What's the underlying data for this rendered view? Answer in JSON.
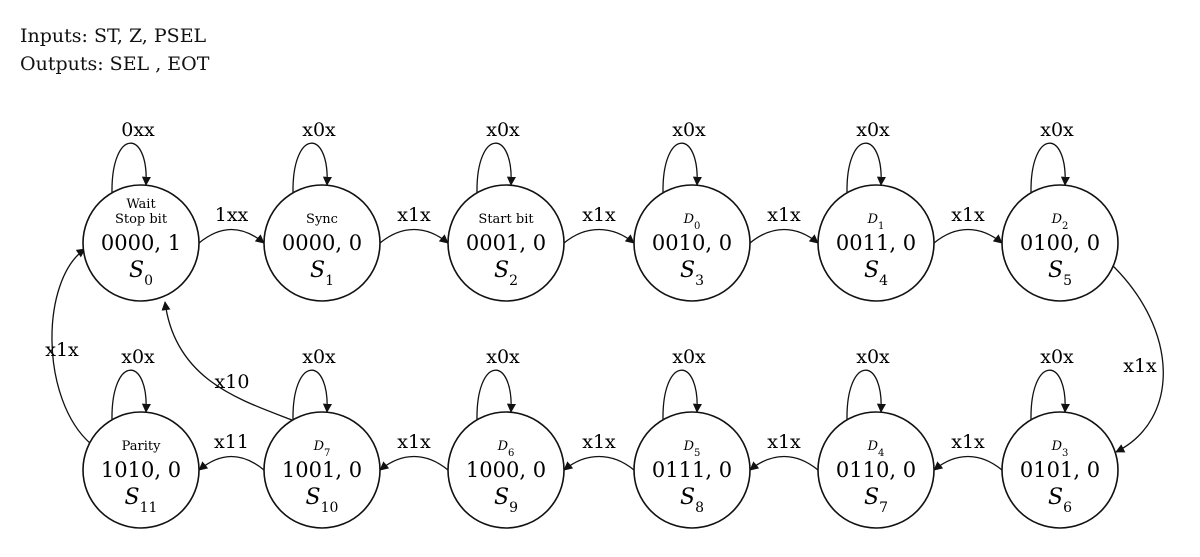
{
  "header": {
    "inputs": "Inputs: ST, Z, PSEL",
    "outputs": "Outputs: SEL , EOT"
  },
  "states": [
    {
      "id": "S0",
      "name_lines": [
        "Wait",
        "Stop bit"
      ],
      "code": "0000, 1",
      "sym": "S",
      "sub": "0"
    },
    {
      "id": "S1",
      "name_lines": [
        "Sync"
      ],
      "code": "0000, 0",
      "sym": "S",
      "sub": "1"
    },
    {
      "id": "S2",
      "name_lines": [
        "Start bit"
      ],
      "code": "0001, 0",
      "sym": "S",
      "sub": "2"
    },
    {
      "id": "S3",
      "name_lines": [
        "D0"
      ],
      "code": "0010, 0",
      "sym": "S",
      "sub": "3"
    },
    {
      "id": "S4",
      "name_lines": [
        "D1"
      ],
      "code": "0011, 0",
      "sym": "S",
      "sub": "4"
    },
    {
      "id": "S5",
      "name_lines": [
        "D2"
      ],
      "code": "0100, 0",
      "sym": "S",
      "sub": "5"
    },
    {
      "id": "S6",
      "name_lines": [
        "D3"
      ],
      "code": "0101, 0",
      "sym": "S",
      "sub": "6"
    },
    {
      "id": "S7",
      "name_lines": [
        "D4"
      ],
      "code": "0110, 0",
      "sym": "S",
      "sub": "7"
    },
    {
      "id": "S8",
      "name_lines": [
        "D5"
      ],
      "code": "0111, 0",
      "sym": "S",
      "sub": "8"
    },
    {
      "id": "S9",
      "name_lines": [
        "D6"
      ],
      "code": "1000, 0",
      "sym": "S",
      "sub": "9"
    },
    {
      "id": "S10",
      "name_lines": [
        "D7"
      ],
      "code": "1001, 0",
      "sym": "S",
      "sub": "10"
    },
    {
      "id": "S11",
      "name_lines": [
        "Parity"
      ],
      "code": "1010, 0",
      "sym": "S",
      "sub": "11"
    }
  ],
  "self_loops": [
    {
      "state": "S0",
      "label": "0xx"
    },
    {
      "state": "S1",
      "label": "x0x"
    },
    {
      "state": "S2",
      "label": "x0x"
    },
    {
      "state": "S3",
      "label": "x0x"
    },
    {
      "state": "S4",
      "label": "x0x"
    },
    {
      "state": "S5",
      "label": "x0x"
    },
    {
      "state": "S6",
      "label": "x0x"
    },
    {
      "state": "S7",
      "label": "x0x"
    },
    {
      "state": "S8",
      "label": "x0x"
    },
    {
      "state": "S9",
      "label": "x0x"
    },
    {
      "state": "S10",
      "label": "x0x"
    },
    {
      "state": "S11",
      "label": "x0x"
    }
  ],
  "transitions": [
    {
      "from": "S0",
      "to": "S1",
      "label": "1xx"
    },
    {
      "from": "S1",
      "to": "S2",
      "label": "x1x"
    },
    {
      "from": "S2",
      "to": "S3",
      "label": "x1x"
    },
    {
      "from": "S3",
      "to": "S4",
      "label": "x1x"
    },
    {
      "from": "S4",
      "to": "S5",
      "label": "x1x"
    },
    {
      "from": "S5",
      "to": "S6",
      "label": "x1x"
    },
    {
      "from": "S6",
      "to": "S7",
      "label": "x1x"
    },
    {
      "from": "S7",
      "to": "S8",
      "label": "x1x"
    },
    {
      "from": "S8",
      "to": "S9",
      "label": "x1x"
    },
    {
      "from": "S9",
      "to": "S10",
      "label": "x1x"
    },
    {
      "from": "S10",
      "to": "S11",
      "label": "x11"
    },
    {
      "from": "S10",
      "to": "S0",
      "label": "x10"
    },
    {
      "from": "S11",
      "to": "S0",
      "label": "x1x"
    }
  ]
}
